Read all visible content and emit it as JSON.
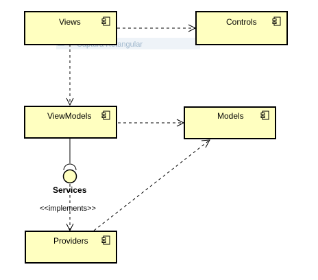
{
  "colors": {
    "component_fill": "#ffffc0",
    "stroke": "#000000",
    "ghost_fill": "#eef3f8",
    "ghost_text": "#9fb7cc"
  },
  "components": {
    "views": "Views",
    "controls": "Controls",
    "viewmodels": "ViewModels",
    "models": "Models",
    "providers": "Providers"
  },
  "interface": {
    "services": "Services"
  },
  "stereotype": {
    "implements": "<<implements>>"
  },
  "overlay": {
    "ghost_text": "Captura Retangular"
  },
  "icons": {
    "component": "uml-component-icon",
    "interface": "lollipop-interface-icon"
  }
}
